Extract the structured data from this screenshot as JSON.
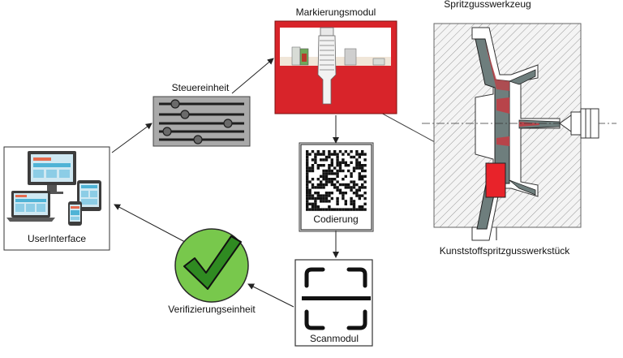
{
  "labels": {
    "markierungsmodul": "Markierungsmodul",
    "spritzgusswerkzeug": "Spritzgusswerkzeug",
    "steuereinheit": "Steuereinheit",
    "userinterface": "UserInterface",
    "codierung": "Codierung",
    "kunststoff": "Kunststoffspritzgusswerkstück",
    "verifizierung": "Verifizierungseinheit",
    "scanmodul": "Scanmodul"
  },
  "colors": {
    "marking_red": "#d8242a",
    "part_red": "#e8232a",
    "check_green": "#78c84c",
    "mold_gray": "#6e7e7d",
    "panel_gray": "#a9a9a9"
  }
}
